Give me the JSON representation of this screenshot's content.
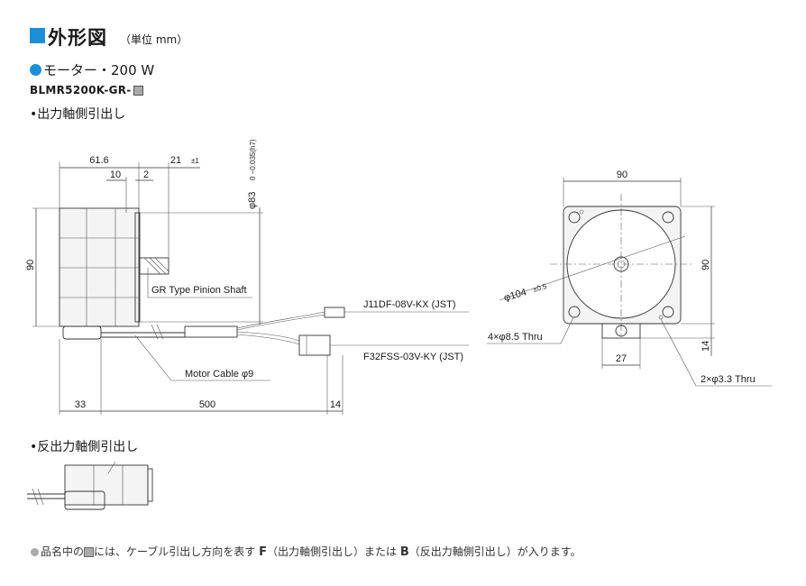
{
  "header": {
    "title": "外形図",
    "unit": "（単位 mm）"
  },
  "motor": {
    "label": "モーター・200 W",
    "model": "BLMR5200K-GR-"
  },
  "sections": {
    "output_side": "•出力軸側引出し",
    "opposite_side": "•反出力軸側引出し"
  },
  "side_view": {
    "dim_61_6": "61.6",
    "dim_10": "10",
    "dim_2": "2",
    "dim_21": "21",
    "dim_21_tol": "±1",
    "dim_shaft_phi": "φ83",
    "dim_shaft_tol": "0 −0.035(h7)",
    "dim_90": "90",
    "dim_33": "33",
    "dim_500": "500",
    "dim_14": "14",
    "label_shaft": "GR Type Pinion Shaft",
    "label_connector1": "J11DF-08V-KX (JST)",
    "label_connector2": "F32FSS-03V-KY (JST)",
    "label_cable": "Motor Cable φ9"
  },
  "front_view": {
    "dim_top_90": "90",
    "dim_right_90": "90",
    "dim_phi104": "φ104",
    "dim_phi104_tol": "±0.5",
    "dim_holes": "4×φ8.5 Thru",
    "dim_27": "27",
    "dim_14": "14",
    "dim_taps": "2×φ3.3 Thru"
  },
  "note": {
    "pre": "品名中の",
    "mid1": "には、ケーブル引出し方向を表す",
    "F": "F",
    "f_text": "（出力軸側引出し）または",
    "B": "B",
    "b_text": "（反出力軸側引出し）が入ります。"
  },
  "colors": {
    "accent": "#1d8fd6",
    "box_gray": "#aaaaaa"
  }
}
